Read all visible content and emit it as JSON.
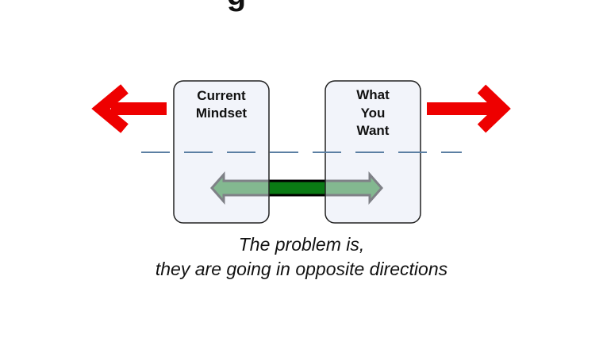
{
  "title_fragment": "g",
  "boxes": [
    {
      "id": "current-mindset",
      "lines": [
        "Current",
        "Mindset"
      ]
    },
    {
      "id": "what-you-want",
      "lines": [
        "What",
        "You",
        "Want"
      ]
    }
  ],
  "arrows": {
    "left_red": {
      "direction": "left",
      "meaning": "current mindset moving away"
    },
    "right_red": {
      "direction": "right",
      "meaning": "what you want moving away"
    },
    "green": {
      "direction": "both",
      "meaning": "gap between current mindset and what you want"
    }
  },
  "caption": {
    "line1": "The problem is,",
    "line2": "they are going in opposite directions"
  },
  "colors": {
    "red_arrow": "#ee0000",
    "green_arrow": "#0a7a14",
    "green_outline": "#000000",
    "box_fill": "#e7ebf5",
    "box_stroke": "#222222",
    "dashed_line": "#5b7fa3",
    "text": "#111111"
  }
}
